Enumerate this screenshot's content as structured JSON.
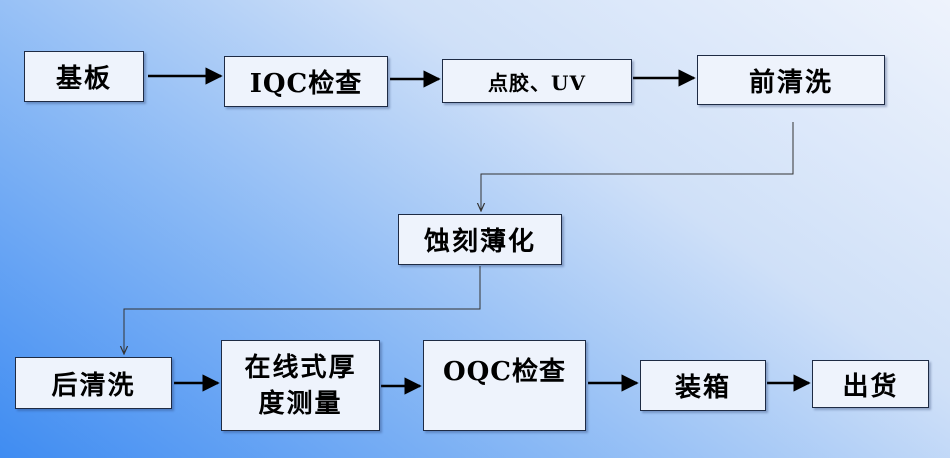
{
  "steps": {
    "substrate": "基板",
    "iqc": "IQC检查",
    "glue_uv": "点胶、UV",
    "pre_clean": "前清洗",
    "etch": "蚀刻薄化",
    "post_clean": "后清洗",
    "thickness_line1": "在线式厚",
    "thickness_line2": "度测量",
    "oqc": "OQC检查",
    "packing": "装箱",
    "shipping": "出货"
  },
  "colors": {
    "box_fill": "#eef3fc",
    "box_border": "#1e2b44",
    "arrow": "#000000"
  }
}
